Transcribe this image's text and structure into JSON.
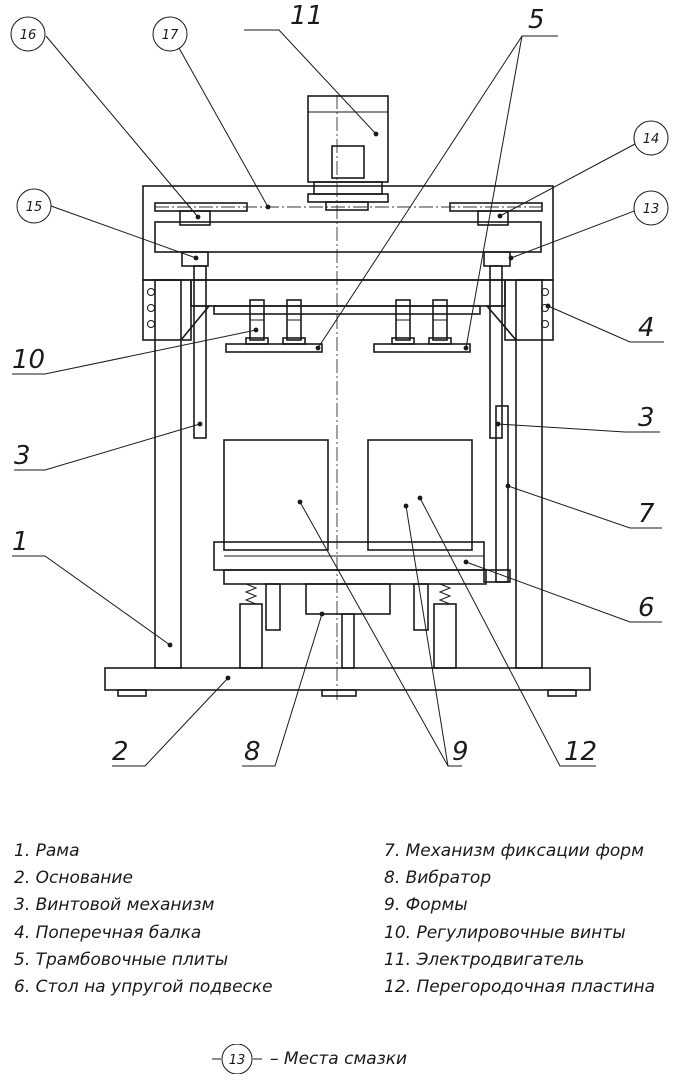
{
  "callouts": {
    "c1": "1",
    "c2": "2",
    "c3a": "3",
    "c3b": "3",
    "c4": "4",
    "c5": "5",
    "c6": "6",
    "c7": "7",
    "c8": "8",
    "c9": "9",
    "c10": "10",
    "c11": "11",
    "c12": "12",
    "c13": "13",
    "c14": "14",
    "c15": "15",
    "c16": "16",
    "c17": "17"
  },
  "legend": {
    "left": [
      "1. Рама",
      "2. Основание",
      "3. Винтовой механизм",
      "4. Поперечная балка",
      "5. Трамбовочные плиты",
      "6. Стол на упругой подвеске"
    ],
    "right": [
      "7. Механизм фиксации форм",
      "8. Вибратор",
      "9. Формы",
      "10. Регулировочные винты",
      "11. Электродвигатель",
      "12. Перегородочная пластина"
    ]
  },
  "lubrication": {
    "symbol_number": "13",
    "text": "– Места смазки"
  }
}
